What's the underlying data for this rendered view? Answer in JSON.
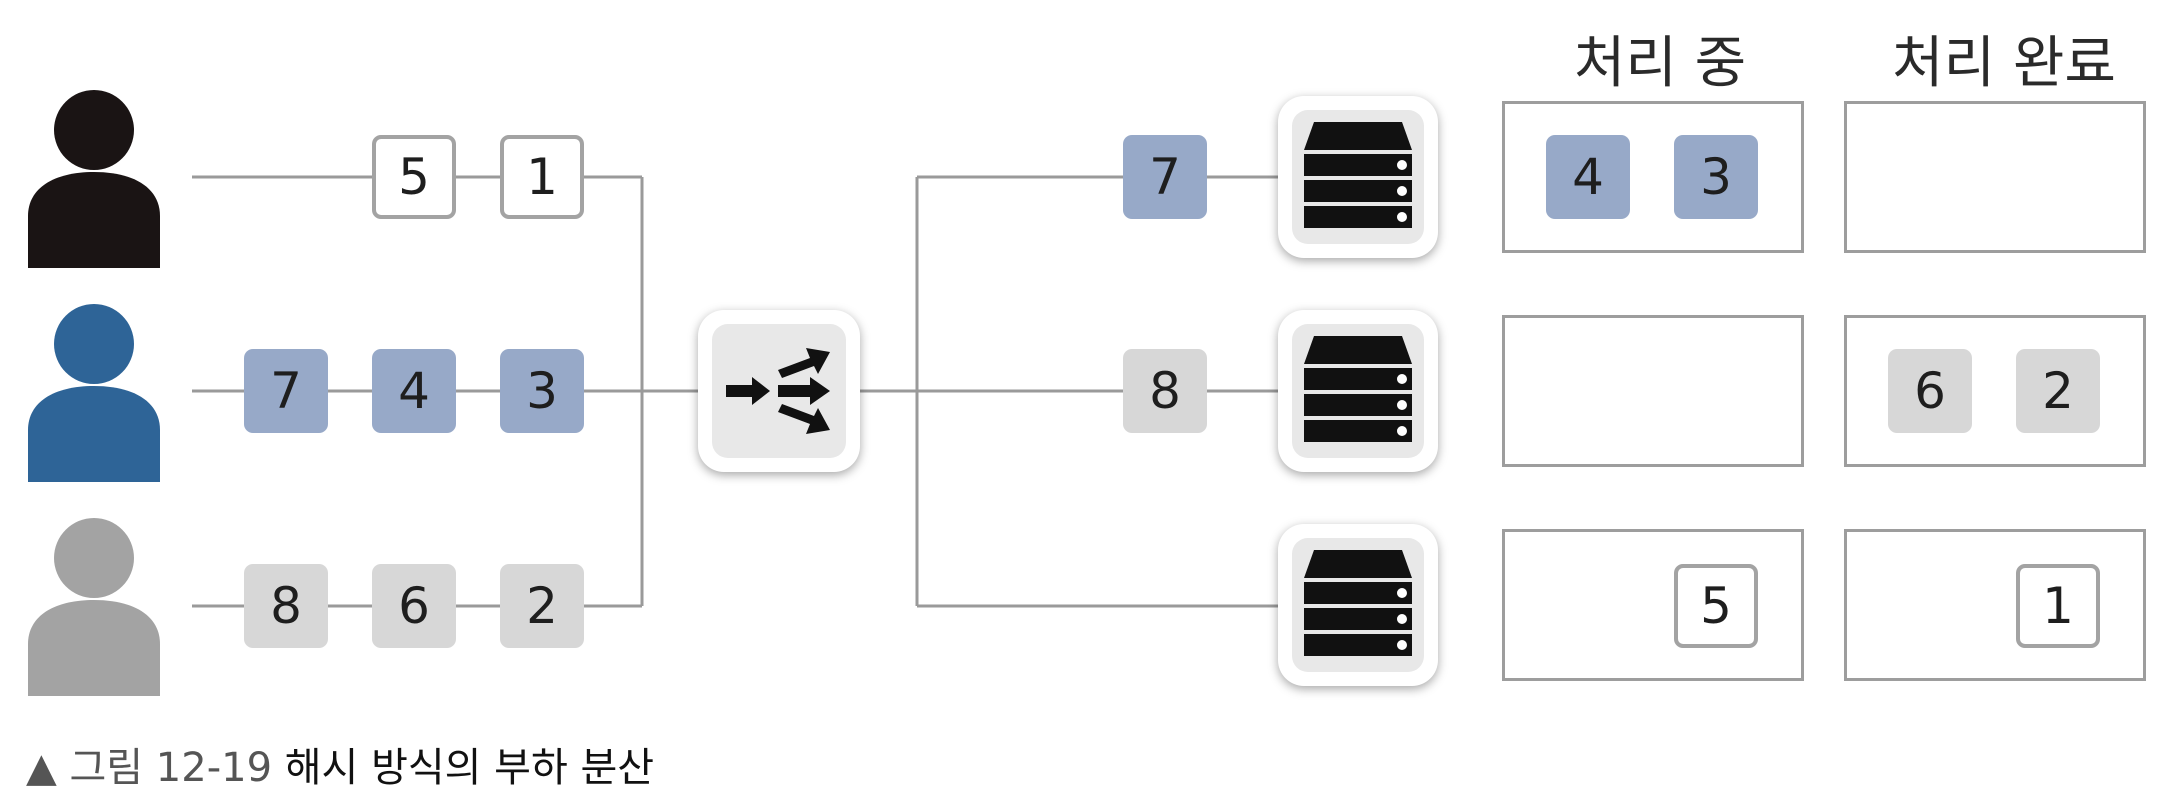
{
  "headers": {
    "processing": "처리 중",
    "completed": "처리 완료"
  },
  "clients": [
    {
      "color": "#1a1414",
      "requests": [
        "5",
        "1"
      ]
    },
    {
      "color": "#2e6497",
      "requests": [
        "7",
        "4",
        "3"
      ]
    },
    {
      "color": "#a3a3a3",
      "requests": [
        "8",
        "6",
        "2"
      ]
    }
  ],
  "in_transit": [
    "7",
    "8"
  ],
  "servers": [
    {
      "processing": [
        "4",
        "3"
      ],
      "completed": []
    },
    {
      "processing": [],
      "completed": [
        "6",
        "2"
      ]
    },
    {
      "processing": [
        "5"
      ],
      "completed": [
        "1"
      ]
    }
  ],
  "caption": {
    "marker": "▲",
    "figure": "그림 12-19",
    "title": "해시 방식의 부하 분산"
  },
  "colors": {
    "black_client": "#1a1414",
    "blue_client": "#2e6497",
    "gray_client": "#a3a3a3",
    "blue_chip": "#97a9c8",
    "gray_chip": "#d7d7d7",
    "line": "#9a9a9a"
  },
  "icons": [
    "person-icon",
    "load-balancer-icon",
    "server-icon"
  ]
}
